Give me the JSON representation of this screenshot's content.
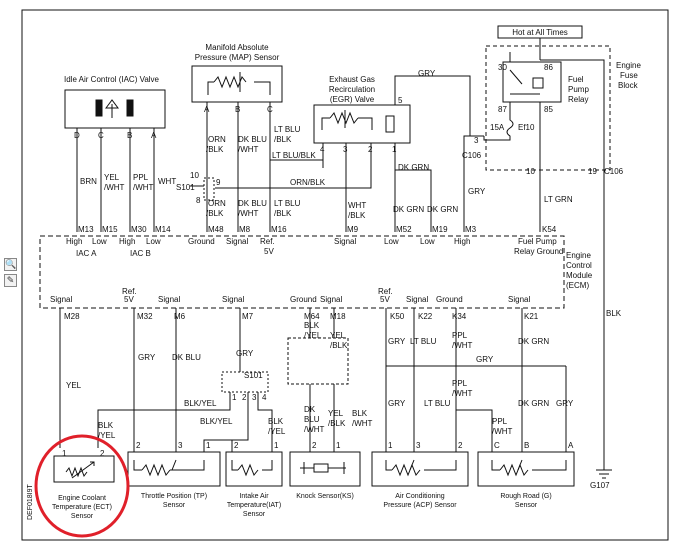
{
  "toolbar": {
    "zoom_icon": "magnifier-icon",
    "edit_icon": "pencil-icon"
  },
  "highlight_color": "#e0202a",
  "boxes": {
    "hot_at_all_times": "Hot at All Times",
    "engine_fuse_block": [
      "Engine",
      "Fuse",
      "Block"
    ],
    "fuel_pump_relay": [
      "Fuel",
      "Pump",
      "Relay"
    ],
    "fuse": [
      "15A",
      "Ef10"
    ],
    "relay_pins": [
      "30",
      "86",
      "87",
      "85"
    ],
    "ecm": [
      "Engine",
      "Control",
      "Module",
      "(ECM)"
    ]
  },
  "components": {
    "iac": {
      "title": "Idle Air Control (IAC) Valve",
      "pins": [
        "D",
        "C",
        "B",
        "A"
      ]
    },
    "map": {
      "title": [
        "Manifold Absolute",
        "Pressure (MAP) Sensor"
      ],
      "pins": [
        "A",
        "B",
        "C"
      ]
    },
    "egr": {
      "title": [
        "Exhaust Gas",
        "Recirculation",
        "(EGR) Valve"
      ],
      "pins": [
        "5",
        "4",
        "3",
        "2",
        "1"
      ]
    },
    "ect": {
      "title": [
        "Engine Coolant",
        "Temperature (ECT)",
        "Sensor"
      ],
      "pins": [
        "1",
        "2"
      ]
    },
    "tp": {
      "title": [
        "Throttle Position (TP)",
        "Sensor"
      ],
      "pins": [
        "2",
        "3",
        "1"
      ]
    },
    "iat": {
      "title": [
        "Intake Air",
        "Temperature(IAT)",
        "Sensor"
      ],
      "pins": [
        "2",
        "1"
      ]
    },
    "ks": {
      "title": "Knock Sensor(KS)",
      "pins": [
        "2",
        "1"
      ]
    },
    "acp": {
      "title": [
        "Air Conditioning",
        "Pressure (ACP) Sensor"
      ],
      "pins": [
        "1",
        "3",
        "2"
      ]
    },
    "rough_road": {
      "title": [
        "Rough Road (G)",
        "Sensor"
      ],
      "pins": [
        "C",
        "B",
        "A"
      ]
    }
  },
  "splices": {
    "s101_top": "S101",
    "s101_pins_top": [
      "10",
      "9",
      "8"
    ],
    "s101_bottom": "S101",
    "s101_pins_bottom": [
      "1",
      "2",
      "3",
      "4"
    ]
  },
  "connectors": {
    "c106_a": "C106",
    "c106_b": "C106",
    "c106_pins": [
      "3",
      "10",
      "19"
    ],
    "ground": "G107",
    "side_code": "DEF018I9T"
  },
  "ecm_top_pins": [
    {
      "pin": "M13",
      "label": "High"
    },
    {
      "pin": "M15",
      "label": "Low"
    },
    {
      "pin": "M30",
      "label": "High"
    },
    {
      "pin": "M14",
      "label": "Low"
    },
    {
      "pin": "M48",
      "label": "Ground"
    },
    {
      "pin": "M8",
      "label": "Signal"
    },
    {
      "pin": "M16",
      "label": "Ref."
    },
    {
      "pin": "M9",
      "label": "Signal"
    },
    {
      "pin": "M52",
      "label": "Low"
    },
    {
      "pin": "M19",
      "label": "Low"
    },
    {
      "pin": "M3",
      "label": "High"
    },
    {
      "pin": "K54",
      "label": "Fuel Pump"
    }
  ],
  "ecm_top_extra": {
    "iac_a": "IAC A",
    "iac_b": "IAC B",
    "ref_5v": "5V",
    "relay_ground": "Relay Ground"
  },
  "ecm_bottom_pins": [
    {
      "pin": "M28",
      "label": "Signal"
    },
    {
      "pin": "M32",
      "label": "5V"
    },
    {
      "pin": "M6",
      "label": "Signal"
    },
    {
      "pin": "M7",
      "label": "Signal"
    },
    {
      "pin": "M64",
      "label": "Ground"
    },
    {
      "pin": "M18",
      "label": "Signal"
    },
    {
      "pin": "K50",
      "label": "5V"
    },
    {
      "pin": "K22",
      "label": "Signal"
    },
    {
      "pin": "K34",
      "label": "Ground"
    },
    {
      "pin": "K21",
      "label": "Signal"
    }
  ],
  "ecm_bottom_extra": {
    "ref_a": "Ref.",
    "ref_b": "Ref."
  },
  "wires": {
    "brn": "BRN",
    "yel_wht": [
      "YEL",
      "/WHT"
    ],
    "ppl_wht": [
      "PPL",
      "/WHT"
    ],
    "wht": "WHT",
    "orn_blk": [
      "ORN",
      "/BLK"
    ],
    "dk_blu_wht": [
      "DK BLU",
      "/WHT"
    ],
    "lt_blu_blk": [
      "LT BLU",
      "/BLK"
    ],
    "lt_blu_blk_h": "LT BLU/BLK",
    "orn_blk_h": "ORN/BLK",
    "wht_blk": [
      "WHT",
      "/BLK"
    ],
    "dk_grn": "DK GRN",
    "gry": "GRY",
    "lt_grn": "LT GRN",
    "blk": "BLK",
    "yel": "YEL",
    "blk_yel": [
      "BLK",
      "/YEL"
    ],
    "blk_yel_h": "BLK/YEL",
    "dk_blu": "DK BLU",
    "dk_blu_wht2": [
      "DK",
      "BLU",
      "/WHT"
    ],
    "yel_blk": [
      "YEL",
      "/BLK"
    ],
    "blk_wht": [
      "BLK",
      "/WHT"
    ],
    "lt_blu": "LT BLU",
    "ppl_wht2": [
      "PPL",
      "/WHT"
    ]
  }
}
